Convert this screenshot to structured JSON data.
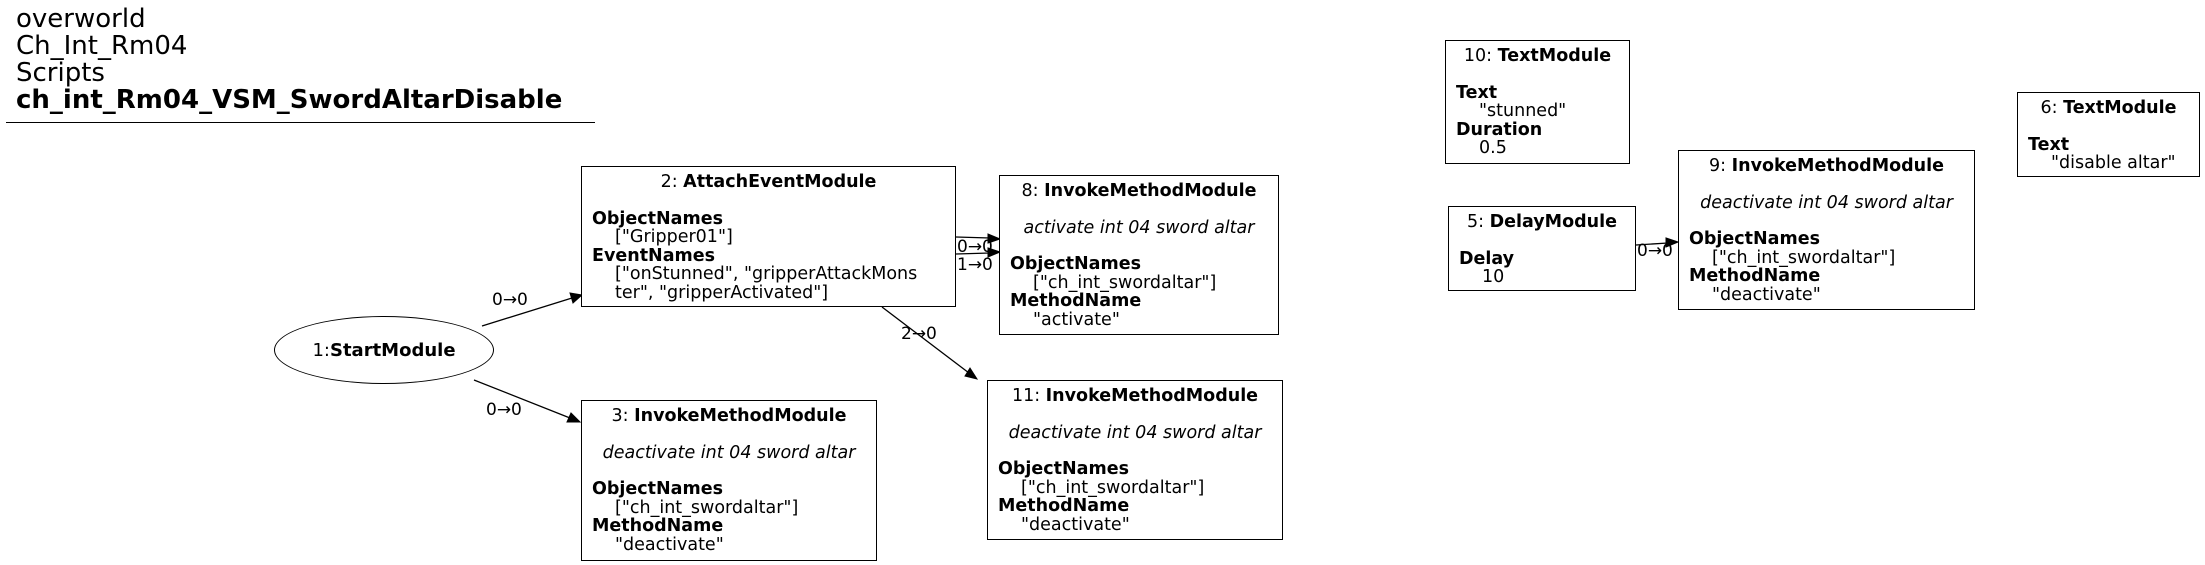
{
  "header": {
    "line1": "overworld",
    "line2": "Ch_Int_Rm04",
    "line3": "Scripts",
    "line4": "ch_int_Rm04_VSM_SwordAltarDisable"
  },
  "nodes": {
    "n1": {
      "num": "1: ",
      "type": "StartModule"
    },
    "n2": {
      "num": "2: ",
      "type": "AttachEventModule",
      "p1_name": "ObjectNames",
      "p1_value": "[\"Gripper01\"]",
      "p2_name": "EventNames",
      "p2_value": "[\"onStunned\", \"gripperAttackMons\nter\", \"gripperActivated\"]"
    },
    "n3": {
      "num": "3: ",
      "type": "InvokeMethodModule",
      "desc": "deactivate int 04 sword altar",
      "p1_name": "ObjectNames",
      "p1_value": "[\"ch_int_swordaltar\"]",
      "p2_name": "MethodName",
      "p2_value": "\"deactivate\""
    },
    "n5": {
      "num": "5: ",
      "type": "DelayModule",
      "p1_name": "Delay",
      "p1_value": "10"
    },
    "n6": {
      "num": "6: ",
      "type": "TextModule",
      "p1_name": "Text",
      "p1_value": "\"disable altar\""
    },
    "n8": {
      "num": "8: ",
      "type": "InvokeMethodModule",
      "desc": "activate int 04 sword altar",
      "p1_name": "ObjectNames",
      "p1_value": "[\"ch_int_swordaltar\"]",
      "p2_name": "MethodName",
      "p2_value": "\"activate\""
    },
    "n9": {
      "num": "9: ",
      "type": "InvokeMethodModule",
      "desc": "deactivate int 04 sword altar",
      "p1_name": "ObjectNames",
      "p1_value": "[\"ch_int_swordaltar\"]",
      "p2_name": "MethodName",
      "p2_value": "\"deactivate\""
    },
    "n10": {
      "num": "10: ",
      "type": "TextModule",
      "p1_name": "Text",
      "p1_value": "\"stunned\"",
      "p2_name": "Duration",
      "p2_value": "0.5"
    },
    "n11": {
      "num": "11: ",
      "type": "InvokeMethodModule",
      "desc": "deactivate int 04 sword altar",
      "p1_name": "ObjectNames",
      "p1_value": "[\"ch_int_swordaltar\"]",
      "p2_name": "MethodName",
      "p2_value": "\"deactivate\""
    }
  },
  "edges": [
    {
      "from": "1",
      "to": "2",
      "label": "0→0"
    },
    {
      "from": "1",
      "to": "3",
      "label": "0→0"
    },
    {
      "from": "2",
      "to": "8",
      "label": "0→0"
    },
    {
      "from": "2",
      "to": "8",
      "label": "1→0"
    },
    {
      "from": "2",
      "to": "11",
      "label": "2→0"
    },
    {
      "from": "5",
      "to": "9",
      "label": "0→0"
    }
  ]
}
